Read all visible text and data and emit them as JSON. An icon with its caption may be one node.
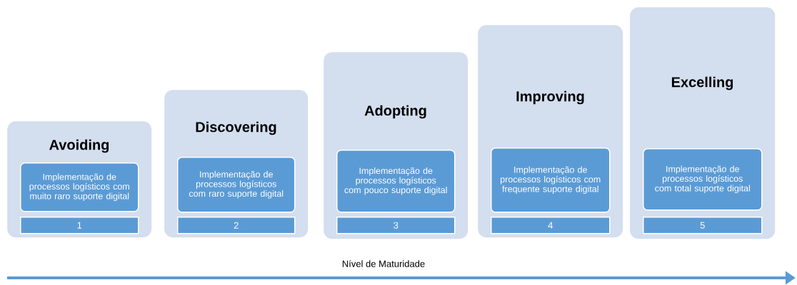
{
  "diagram": {
    "nodes": [
      {
        "text": [
          "Avoiding"
        ]
      },
      {
        "text": [
          "Implementação de processos logísticos com muito raro suporte digital"
        ],
        "in": 0
      },
      {
        "text": [
          "1"
        ],
        "in": 0
      },
      {
        "text": [
          "Discovering"
        ]
      },
      {
        "text": [
          "Implementação de processos logísticos com raro suporte digital"
        ],
        "in": 3
      },
      {
        "text": [
          "2"
        ],
        "in": 3
      },
      {
        "text": [
          "Adopting"
        ]
      },
      {
        "text": [
          "Implementação de processos logísticos com pouco suporte digital"
        ],
        "in": 6
      },
      {
        "text": [
          "3"
        ],
        "in": 6
      },
      {
        "text": [
          "Improving"
        ]
      },
      {
        "text": [
          "Implementação de processos logísticos com frequente suporte digital"
        ],
        "in": 9
      },
      {
        "text": [
          "4"
        ],
        "in": 9
      },
      {
        "text": [
          "Excelling"
        ]
      },
      {
        "text": [
          "Implementação de processos logísticos com total suporte digital"
        ],
        "in": 12
      },
      {
        "text": [
          "5"
        ],
        "in": 12
      }
    ],
    "edges": [],
    "labels": [
      "Nível de Maturidade"
    ]
  }
}
